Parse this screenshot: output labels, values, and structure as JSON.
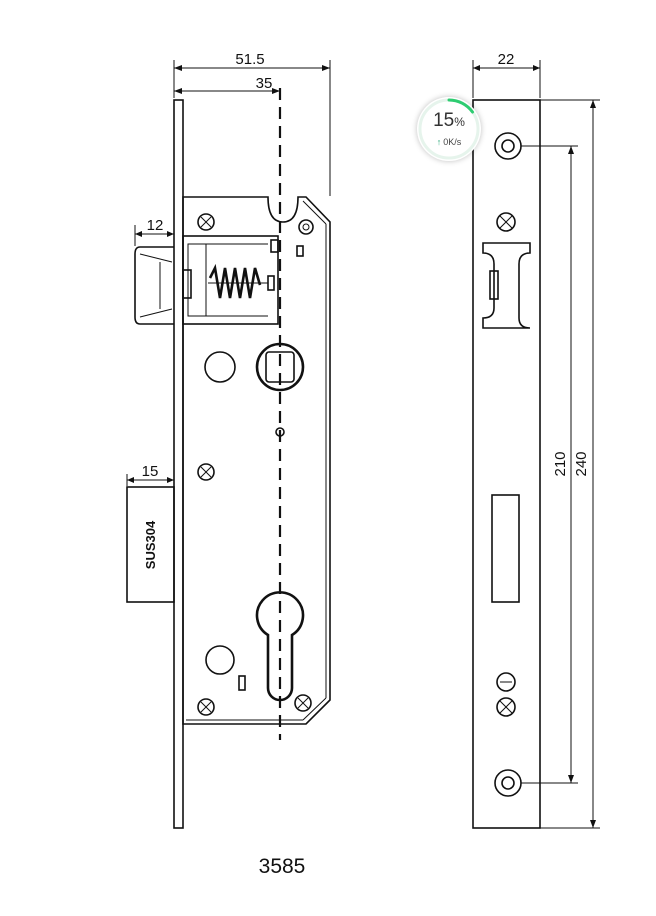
{
  "dimensions": {
    "backset_total": "51.5",
    "backset": "35",
    "latch_projection": "12",
    "bolt_projection": "15",
    "faceplate_width": "22",
    "inner_height": "210",
    "faceplate_height": "240"
  },
  "bolt_marking": "SUS304",
  "model_number": "3585",
  "speed_widget": {
    "percent": "15",
    "percent_unit": "%",
    "rate": "0K/s",
    "progress": 0.15,
    "accent_color": "#2ecc71"
  }
}
